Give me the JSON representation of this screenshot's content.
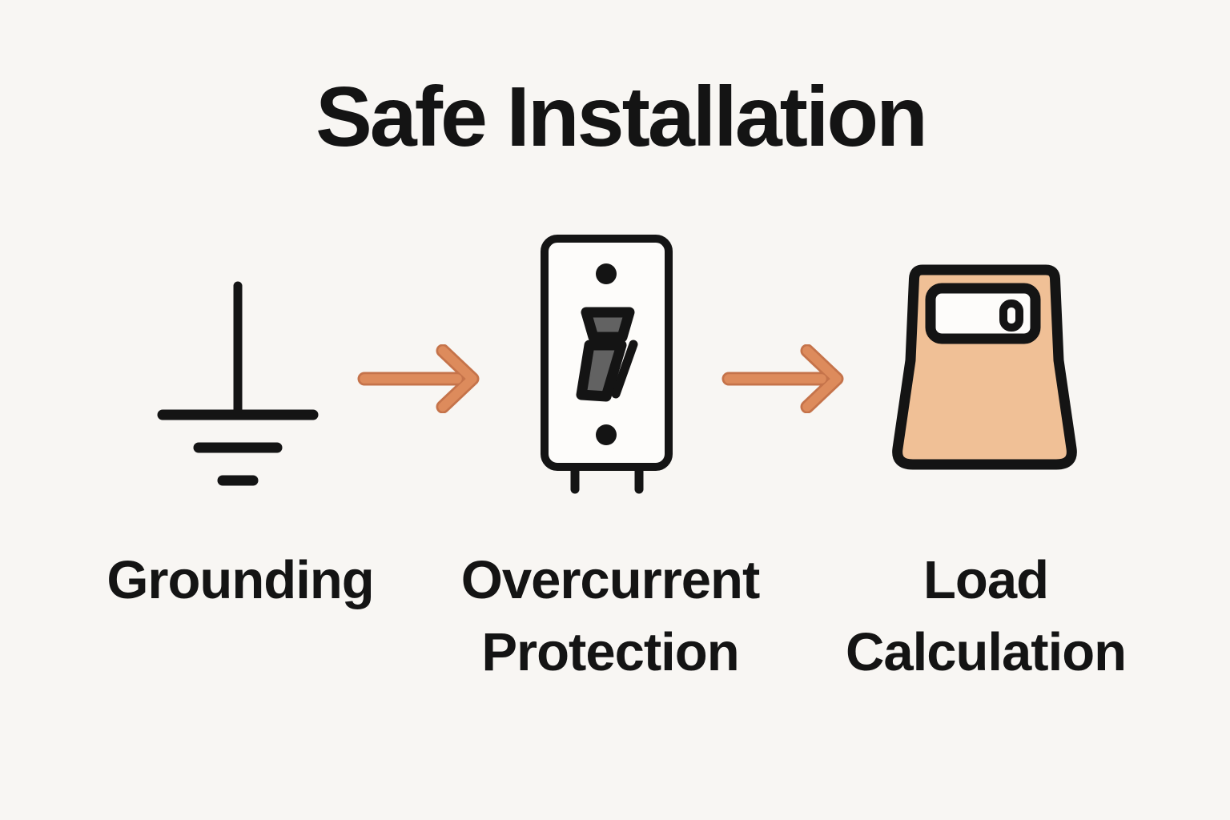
{
  "title": "Safe Installation",
  "steps": [
    {
      "name": "grounding",
      "icon": "ground-symbol-icon",
      "lines": [
        "Grounding"
      ]
    },
    {
      "name": "overcurrent-protection",
      "icon": "toggle-switch-icon",
      "lines": [
        "Overcurrent",
        "Protection"
      ]
    },
    {
      "name": "load-calculation",
      "icon": "load-scale-icon",
      "lines": [
        "Load",
        "Calculation"
      ]
    }
  ],
  "connectors": [
    {
      "type": "arrow-right"
    },
    {
      "type": "arrow-right"
    }
  ],
  "colors": {
    "background": "#F8F6F3",
    "ink": "#141414",
    "arrow": "#DD8B5C",
    "arrow_edge": "#C5734A",
    "toggle_gray": "#626262",
    "scale_fill": "#F0C096",
    "plate_white": "#FDFCFA"
  }
}
